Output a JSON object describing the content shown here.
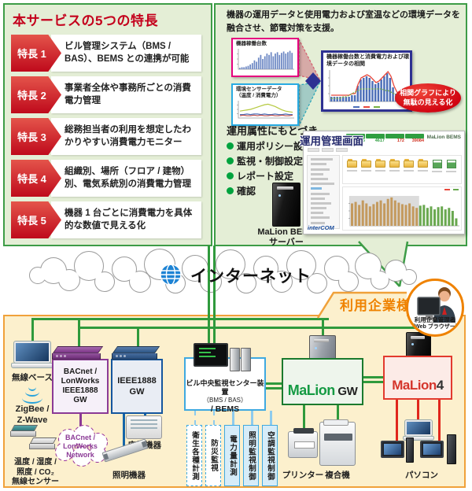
{
  "features_panel": {
    "title": "本サービスの5つの特長",
    "items": [
      {
        "badge": "特長 1",
        "text": "ビル管理システム（BMS / BAS）、BEMS との連携が可能"
      },
      {
        "badge": "特長 2",
        "text": "事業者全体や事務所ごとの消費電力管理"
      },
      {
        "badge": "特長 3",
        "text": "総務担当者の利用を想定したわかりやすい消費電力モニター"
      },
      {
        "badge": "特長 4",
        "text": "組織別、場所（フロア / 建物）別、電気系統別の消費電力管理"
      },
      {
        "badge": "特長 5",
        "text": "機器 1 台ごとに消費電力を具体的な数値で見える化"
      }
    ]
  },
  "service_panel": {
    "intro": "機器の運用データと使用電力および室温などの環境データを融合させ、節電対策を支援。",
    "callout_line1": "相関グラフにより",
    "callout_line2": "無駄の見える化",
    "ops_heading": "運用属性にもとづき",
    "ops_items": [
      "運用ポリシー設定",
      "監視・制御設定",
      "レポート設定",
      "確認"
    ],
    "server_label_line1": "MaLion BEMS",
    "server_label_line2": "サーバー",
    "screen_caption": "運用管理画面",
    "screen_brand": "MaLion BEMS",
    "screen_stats": [
      "906",
      "4617",
      "172",
      "39084"
    ],
    "screen_logo": "interCOM"
  },
  "internet_label": "インターネット",
  "customer_panel": {
    "tab": "利用企業様",
    "admin_line1": "利用企業管理者",
    "admin_line2": "（Web ブラウザー）",
    "wireless_base": "無線ベース",
    "zigbee_line1": "ZigBee /",
    "zigbee_line2": "Z-Wave",
    "sensor_line1": "温度 / 湿度 /",
    "sensor_line2": "照度 / CO₂",
    "sensor_line3": "無線センサー",
    "bacnet_gw": "BACnet /\nLonWorks\nIEEE1888\nGW",
    "bacnet_cloud": "BACnet /\nLonWorks\nNetwork",
    "ieee_gw": "IEEE1888\nGW",
    "aircon": "空調機器",
    "light": "照明機器",
    "central_line1": "ビル中央監視センター装置",
    "central_line2": "（BMS / BAS）",
    "central_line3": "/ BEMS",
    "tags": [
      "衛生各種計測",
      "防災監視",
      "電力量計測",
      "照明監視制御",
      "空調監視制御"
    ],
    "malion_gw_brand": "MaLion",
    "malion_gw_suffix": " GW",
    "malion4_brand": "MaLion",
    "malion4_suffix": "4",
    "printer": "プリンター",
    "copier": "複合機",
    "pc": "パソコン"
  },
  "colors": {
    "panel_green_border": "#3d9c47",
    "panel_green_fill": "#e4eed6",
    "feature_red": "#c4001c",
    "customer_orange": "#f0a13a",
    "malion_green": "#159a43",
    "malion_red": "#d5352b"
  },
  "chart_data": [
    {
      "id": "units",
      "type": "bar",
      "title": "機器稼働台数",
      "values": [
        2,
        3,
        3,
        4,
        5,
        7,
        9,
        13,
        11,
        17,
        21,
        15,
        19,
        23,
        21,
        25,
        19,
        23,
        25,
        21,
        24,
        26,
        23,
        25,
        27,
        24
      ],
      "bar_color": "#6d88c4",
      "ylim": [
        0,
        30
      ]
    },
    {
      "id": "env",
      "type": "line",
      "title": "環境センサーデータ",
      "subtitle": "（温度 / 消費電力）",
      "series": [
        {
          "name": "温度",
          "color": "#b5c93f",
          "values": [
            12,
            13,
            14,
            15,
            17,
            19,
            21,
            23,
            24,
            22,
            20,
            17,
            14,
            12,
            11,
            10
          ]
        },
        {
          "name": "消費電力",
          "color": "#4d6fb8",
          "values": [
            6,
            6,
            7,
            6,
            7,
            7,
            6,
            7,
            6,
            6,
            7,
            6,
            6,
            7,
            6,
            6
          ]
        },
        {
          "name": "センサー",
          "color": "#c0504d",
          "values": [
            4,
            5,
            4,
            4,
            5,
            4,
            5,
            4,
            4,
            5,
            4,
            4,
            5,
            4,
            4,
            5
          ]
        }
      ],
      "ylim": [
        0,
        30
      ]
    },
    {
      "id": "correlation",
      "type": "bar-line",
      "title": "機器稼働台数と消費電力および環境データの相関",
      "bars": {
        "color": "#4d6fb8",
        "values": [
          3,
          3,
          3,
          3,
          3,
          3,
          3,
          4,
          4,
          10,
          14,
          15,
          16,
          15,
          13,
          11,
          12,
          14,
          16,
          18,
          15,
          9,
          5,
          4,
          4,
          3
        ]
      },
      "lines": [
        {
          "name": "消費電力",
          "color": "#e8483c",
          "dash": false,
          "values": [
            4,
            4,
            4,
            4,
            4,
            4,
            4,
            5,
            5,
            11,
            15,
            16,
            17,
            16,
            14,
            12,
            13,
            15,
            17,
            19,
            16,
            10,
            6,
            5,
            5,
            4
          ]
        },
        {
          "name": "環境データ",
          "color": "#76b041",
          "dash": true,
          "values": [
            2,
            2,
            2,
            2,
            3,
            3,
            4,
            5,
            6,
            7,
            8,
            8,
            8,
            8,
            8,
            8,
            8,
            8,
            7,
            7,
            6,
            5,
            4,
            3,
            3,
            3
          ]
        }
      ],
      "ylim": [
        0,
        20
      ]
    },
    {
      "id": "screen_chart",
      "type": "bar",
      "values": [
        30,
        32,
        28,
        34,
        30,
        26,
        29,
        32,
        34,
        30,
        36,
        38,
        34,
        31,
        29,
        28,
        30,
        26,
        24,
        27,
        28,
        24,
        26,
        22,
        25,
        26,
        22,
        24,
        20,
        10
      ],
      "split": 19,
      "color_left": "#c49a5e",
      "color_right": "#69a84f",
      "ylim": [
        0,
        40
      ]
    }
  ]
}
